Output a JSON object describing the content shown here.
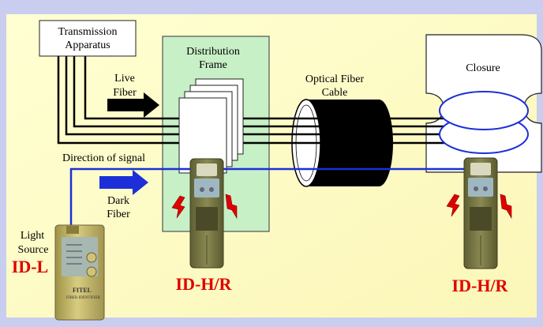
{
  "labels": {
    "transmission_apparatus": [
      "Transmission",
      "Apparatus"
    ],
    "distribution_frame": [
      "Distribution",
      "Frame"
    ],
    "optical_fiber_cable": [
      "Optical Fiber",
      "Cable"
    ],
    "closure": "Closure",
    "live_fiber": [
      "Live",
      "Fiber"
    ],
    "dark_fiber": [
      "Dark",
      "Fiber"
    ],
    "direction_of_signal": "Direction of signal",
    "light_source": [
      "Light",
      "Source"
    ],
    "id_l": "ID-L",
    "id_h_r_left": "ID-H/R",
    "id_h_r_right": "ID-H/R",
    "device_brand": "FITEL",
    "device_model": "FIBER IDENTIFIER"
  },
  "colors": {
    "background_band": "#c9cdf0",
    "panel": "#ffffc6",
    "frame_box": "#c6f0c6",
    "signal_line": "#1c2fd8",
    "accent_red": "#e00000",
    "device_body": "#7c7b46",
    "device_panel": "#9fb7c0",
    "light_source_body": "#c7b968"
  },
  "icons": [
    "live-fiber-arrow-icon",
    "dark-fiber-arrow-icon",
    "lightning-icon"
  ]
}
